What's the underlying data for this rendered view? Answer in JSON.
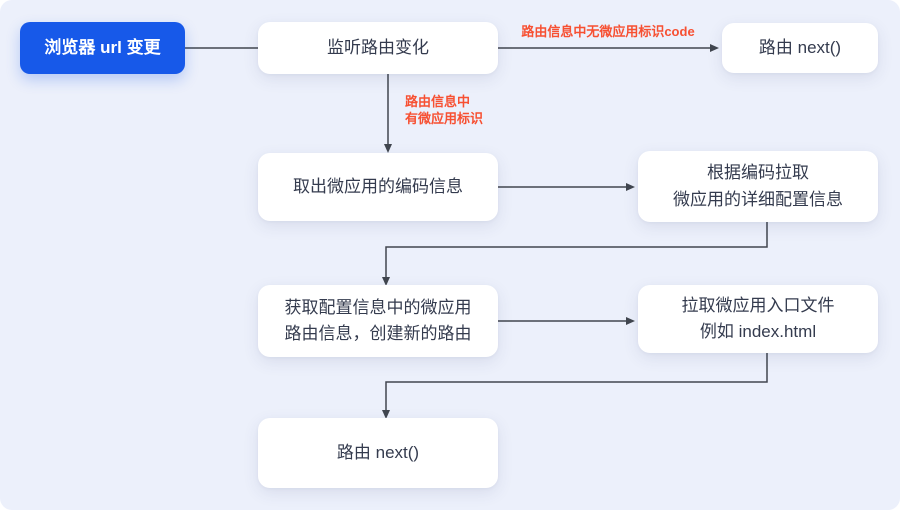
{
  "diagram": {
    "nodes": {
      "start": {
        "label": "浏览器 url 变更"
      },
      "listen": {
        "label": "监听路由变化"
      },
      "route_next_top": {
        "label": "路由 next()"
      },
      "extract_code": {
        "label": "取出微应用的编码信息"
      },
      "fetch_config": {
        "label": "根据编码拉取\n微应用的详细配置信息"
      },
      "create_route": {
        "label": "获取配置信息中的微应用\n路由信息，创建新的路由"
      },
      "fetch_entry": {
        "label": "拉取微应用入口文件\n例如 index.html"
      },
      "route_next_bottom": {
        "label": "路由 next()"
      }
    },
    "edge_labels": {
      "no_micro_app": "路由信息中无微应用标识code",
      "has_micro_app": "路由信息中\n有微应用标识"
    },
    "colors": {
      "background": "#ECF0FB",
      "accent_blue": "#1759E9",
      "label_red": "#F75032",
      "line": "#41464F"
    }
  }
}
